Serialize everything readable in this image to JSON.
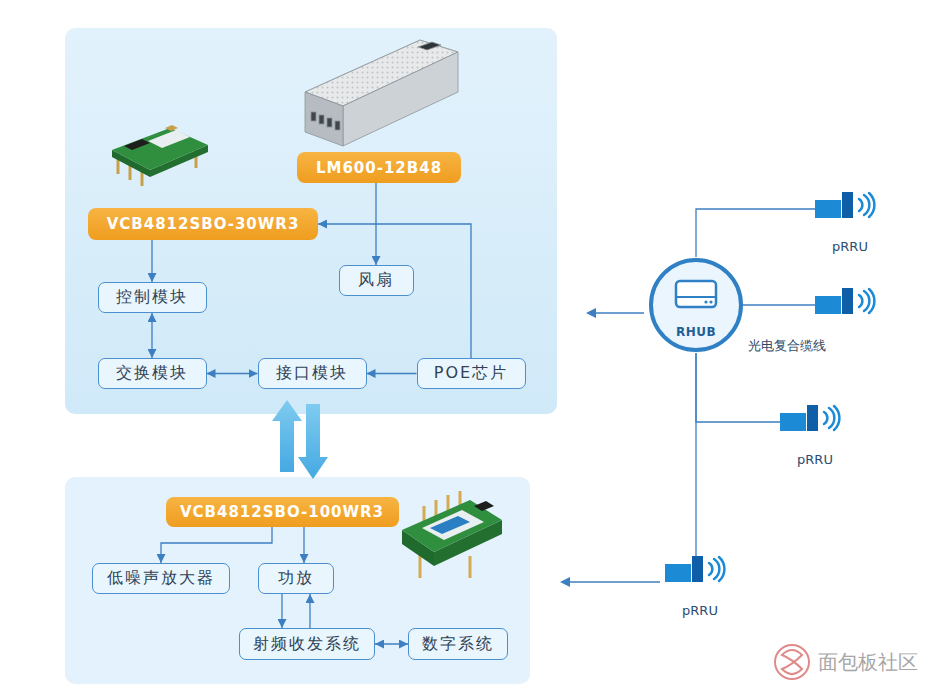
{
  "diagram": {
    "nodes": [
      {
        "text": [
          "LM600-12B48"
        ]
      },
      {
        "text": [
          "VCB4812SBO-30WR3"
        ]
      },
      {
        "text": [
          "风扇"
        ]
      },
      {
        "text": [
          "控制模块"
        ]
      },
      {
        "text": [
          "交换模块"
        ]
      },
      {
        "text": [
          "接口模块"
        ]
      },
      {
        "text": [
          "POE芯片"
        ]
      },
      {
        "text": [
          "pRRU"
        ]
      },
      {
        "text": [
          "RHUB"
        ]
      },
      {
        "text": [
          "pRRU"
        ]
      },
      {
        "text": [
          "VCB4812SBO-100WR3"
        ]
      },
      {
        "text": [
          "低噪声放大器"
        ]
      },
      {
        "text": [
          "功放"
        ]
      },
      {
        "text": [
          "pRRU"
        ]
      },
      {
        "text": [
          "射频收发系统"
        ]
      },
      {
        "text": [
          "数字系统"
        ]
      }
    ],
    "edges": [
      {
        "from": 0,
        "to": 2,
        "arrow": "to"
      },
      {
        "from": 1,
        "to": 3,
        "arrow": "to"
      },
      {
        "from": 3,
        "to": 4,
        "arrow": "both"
      },
      {
        "from": 4,
        "to": 5,
        "arrow": "both"
      },
      {
        "from": 6,
        "to": 5,
        "arrow": "to"
      },
      {
        "from": 6,
        "to": 1,
        "arrow": "to"
      },
      {
        "from": 8,
        "to": 7,
        "arrow": "none"
      },
      {
        "from": 8,
        "to": 9,
        "arrow": "none"
      },
      {
        "from": 8,
        "to": 13,
        "arrow": "none"
      },
      {
        "from": 10,
        "to": 11,
        "arrow": "to"
      },
      {
        "from": 10,
        "to": 12,
        "arrow": "to"
      },
      {
        "from": 12,
        "to": 14,
        "arrow": "to"
      },
      {
        "from": 14,
        "to": 12,
        "arrow": "to"
      },
      {
        "from": 14,
        "to": 15,
        "arrow": "both"
      }
    ],
    "labels": [
      "光电复合缆线",
      "面包板社区"
    ]
  }
}
